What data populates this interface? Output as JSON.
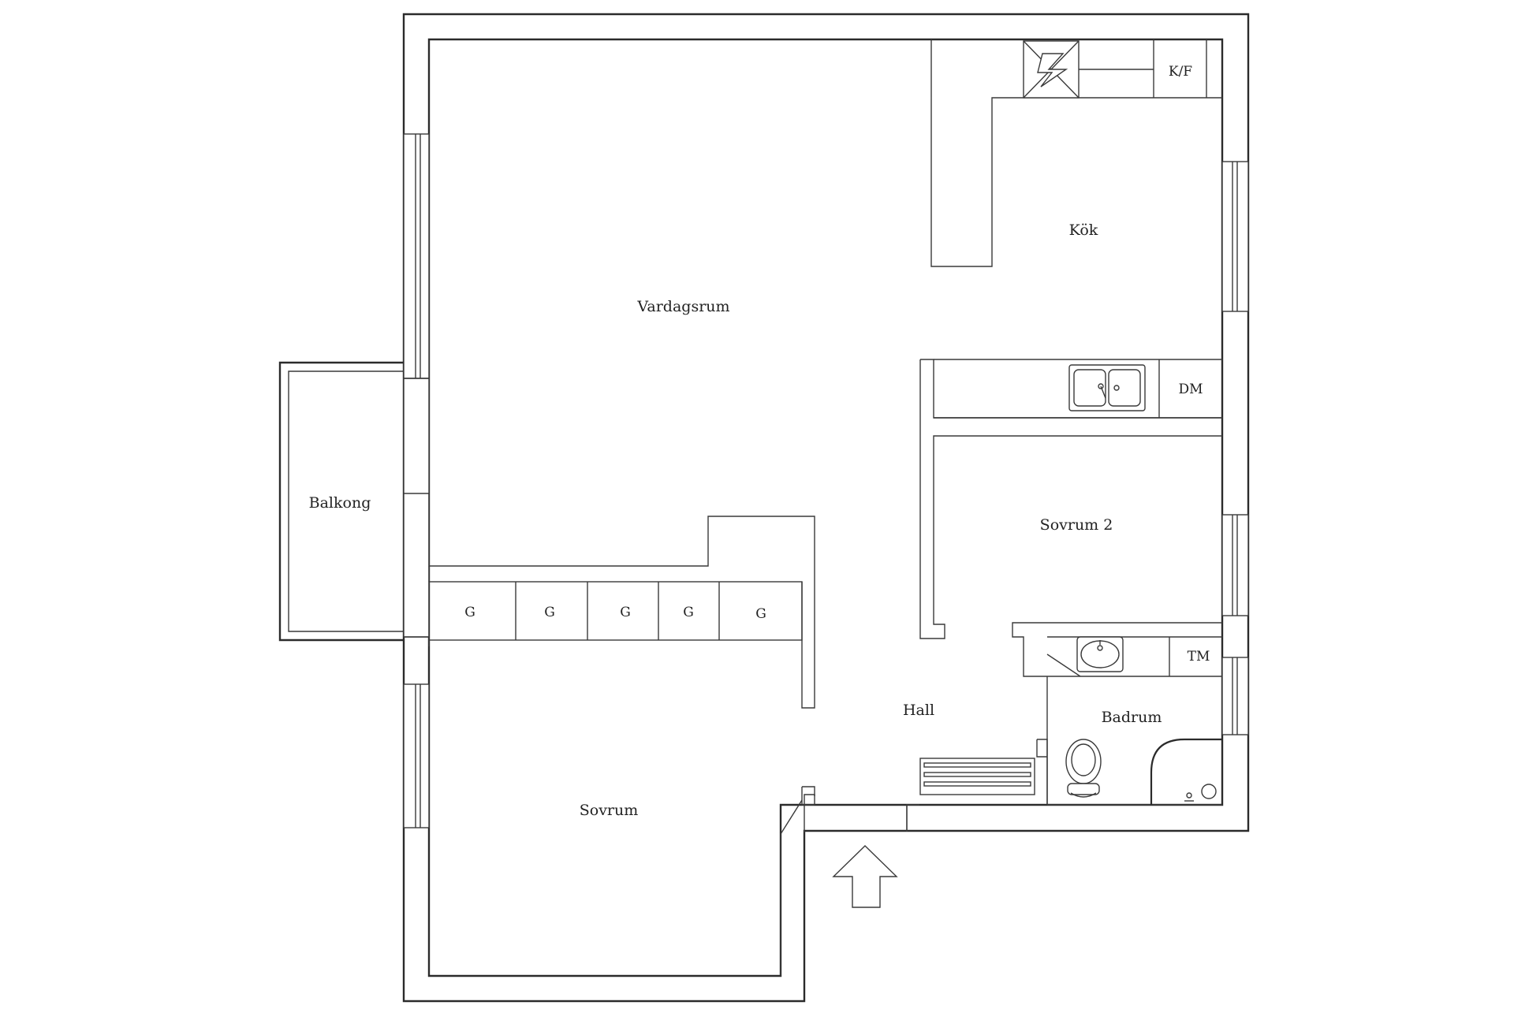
{
  "rooms": {
    "living": "Vardagsrum",
    "kitchen": "Kök",
    "balcony": "Balkong",
    "bedroom": "Sovrum",
    "bedroom2": "Sovrum 2",
    "hall": "Hall",
    "bathroom": "Badrum"
  },
  "fixtures": {
    "fridge_freezer": "K/F",
    "dishwasher": "DM",
    "washing_machine": "TM",
    "wardrobe": "G"
  },
  "icons": {
    "entrance": "arrow-up-icon",
    "stove": "stove-icon",
    "sink": "double-sink-icon",
    "washbasin": "washbasin-icon",
    "toilet": "toilet-icon",
    "shower": "shower-icon"
  }
}
